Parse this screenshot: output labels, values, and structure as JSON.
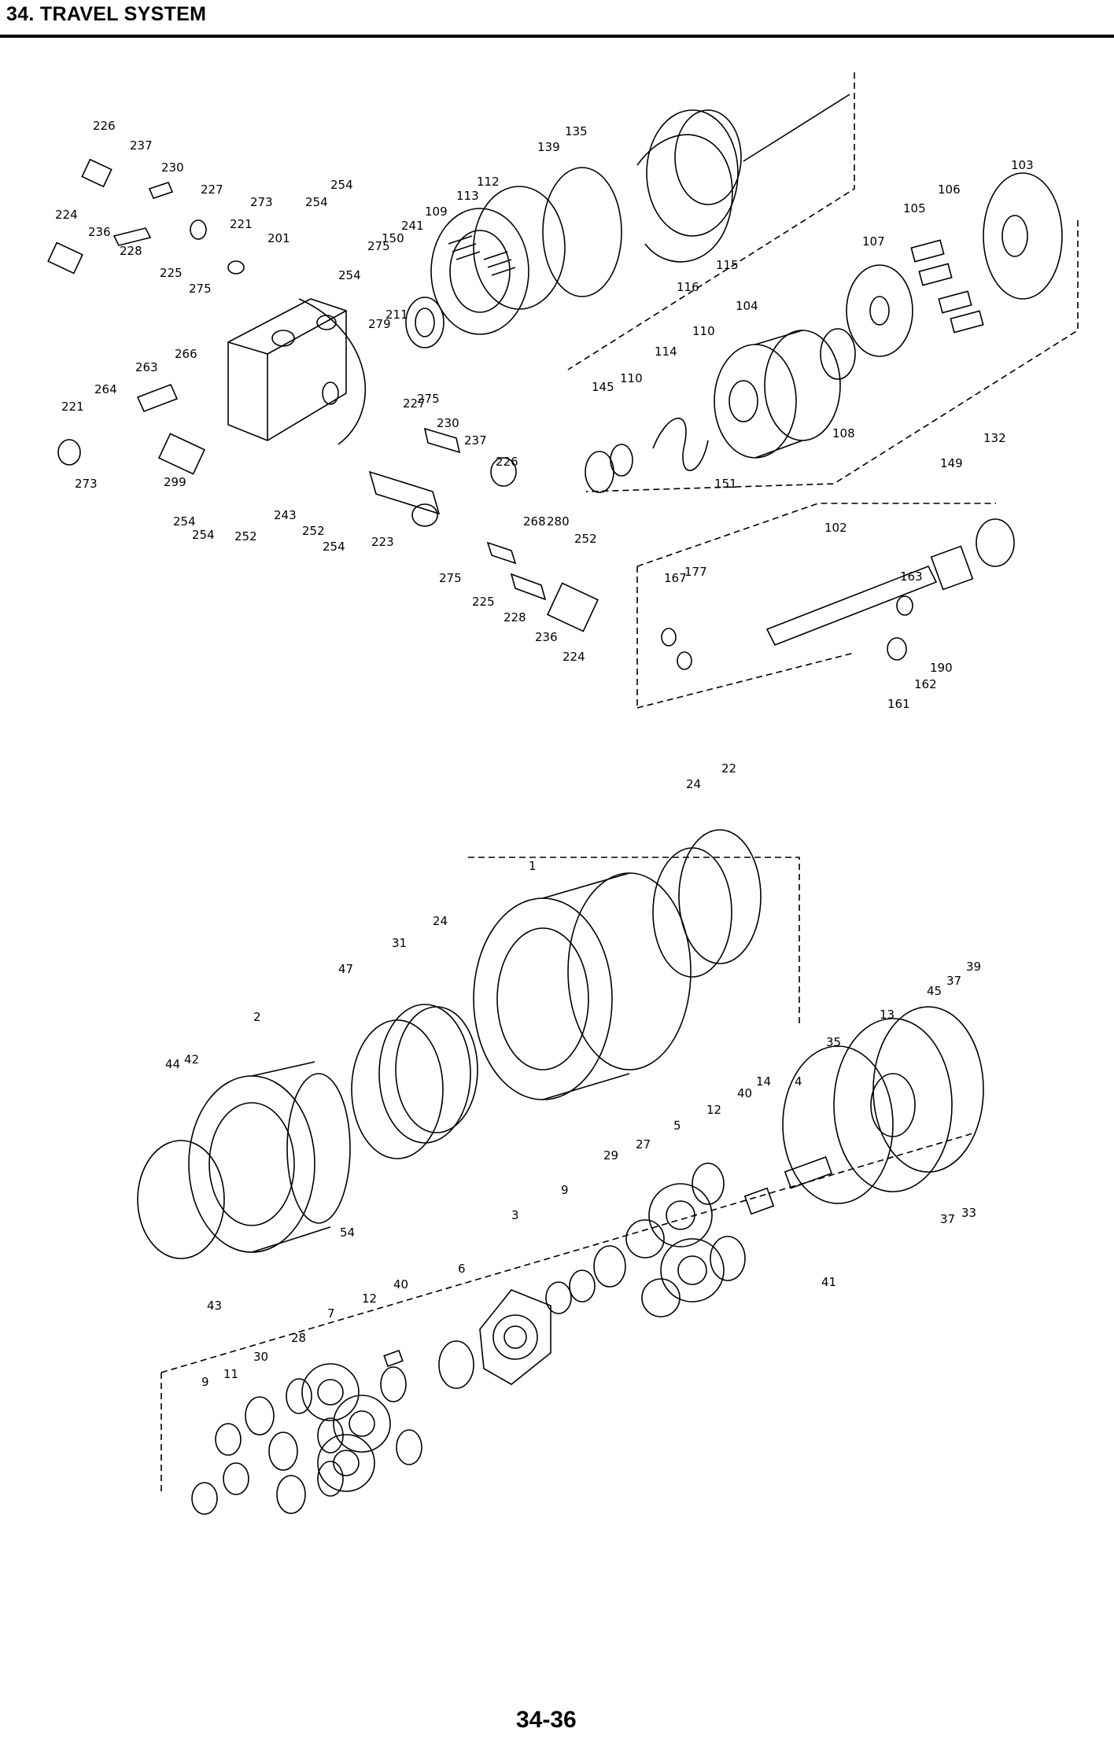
{
  "header": {
    "title": "34. TRAVEL SYSTEM"
  },
  "page": {
    "number": "34-36"
  },
  "diagrams": {
    "travel_motor": {
      "labels": [
        "226",
        "237",
        "230",
        "227",
        "273",
        "254",
        "254",
        "224",
        "236",
        "228",
        "221",
        "201",
        "275",
        "150",
        "241",
        "109",
        "113",
        "112",
        "139",
        "135",
        "225",
        "275",
        "254",
        "279",
        "211",
        "263",
        "266",
        "264",
        "221",
        "273",
        "299",
        "254",
        "254",
        "252",
        "243",
        "252",
        "254",
        "223",
        "227",
        "275",
        "230",
        "237",
        "226",
        "268",
        "280",
        "252",
        "275",
        "225",
        "228",
        "236",
        "224",
        "116",
        "115",
        "106",
        "103",
        "105",
        "107",
        "104",
        "110",
        "145",
        "110",
        "114",
        "108",
        "151",
        "149",
        "132",
        "102",
        "167",
        "177",
        "163",
        "190",
        "162",
        "161"
      ]
    },
    "reduction_gear": {
      "labels": [
        "22",
        "24",
        "1",
        "24",
        "31",
        "47",
        "2",
        "44",
        "42",
        "43",
        "54",
        "39",
        "37",
        "45",
        "13",
        "35",
        "4",
        "40",
        "14",
        "12",
        "5",
        "27",
        "29",
        "9",
        "3",
        "6",
        "37",
        "33",
        "41",
        "40",
        "12",
        "7",
        "28",
        "30",
        "11",
        "9"
      ]
    }
  }
}
